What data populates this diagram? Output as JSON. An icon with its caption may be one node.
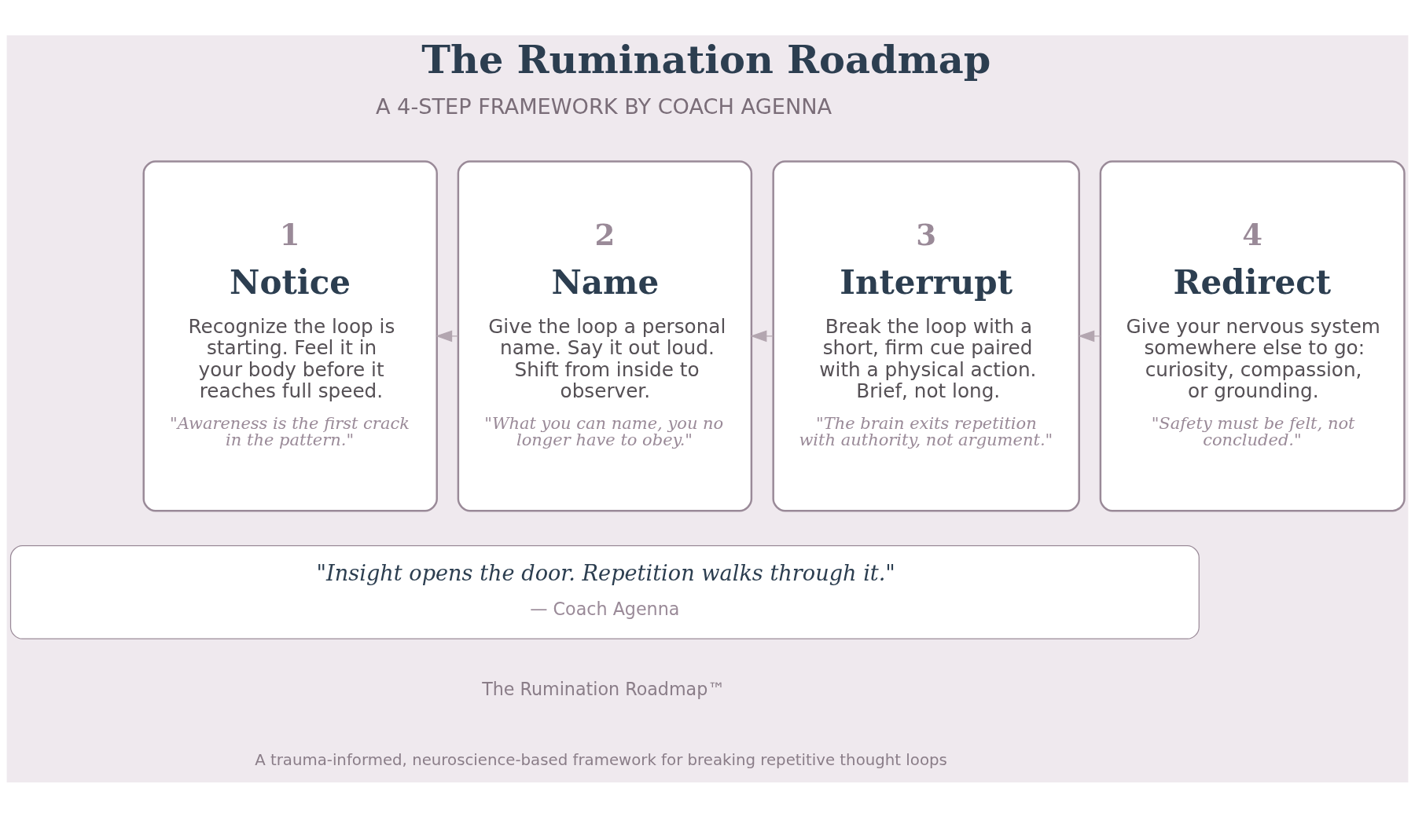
{
  "diagram": {
    "title": "The Rumination Roadmap",
    "nodes": [
      {
        "text": [
          "1",
          "Notice",
          "Recognize the loop is starting. Feel it in your body before it reaches full speed.",
          "\"Awareness is the first crack in the pattern.\""
        ]
      },
      {
        "text": [
          "2",
          "Name",
          "Give the loop a personal name. Say it out loud. Shift from inside to observer.",
          "\"What you can name, you no longer have to obey.\""
        ]
      },
      {
        "text": [
          "3",
          "Interrupt",
          "Break the loop with a short, firm cue paired with a physical action. Brief, not long.",
          "\"The brain exits repetition with authority, not argument.\""
        ]
      },
      {
        "text": [
          "4",
          "Redirect",
          "Give your nervous system somewhere else to go: curiosity, compassion, or grounding.",
          "\"Safety must be felt, not concluded.\""
        ]
      },
      {
        "text": [
          "\"Insight opens the door. Repetition walks through it.\"",
          "— Coach Agenna"
        ]
      }
    ],
    "edges": [
      {
        "from": 1,
        "to": 0,
        "arrow": "to"
      },
      {
        "from": 2,
        "to": 1,
        "arrow": "to"
      },
      {
        "from": 3,
        "to": 2,
        "arrow": "to"
      }
    ],
    "labels": [
      "A 4-STEP FRAMEWORK BY COACH AGENNA",
      "The Rumination Roadmap™",
      "A trauma-informed, neuroscience-based framework for breaking repetitive thought loops"
    ]
  }
}
